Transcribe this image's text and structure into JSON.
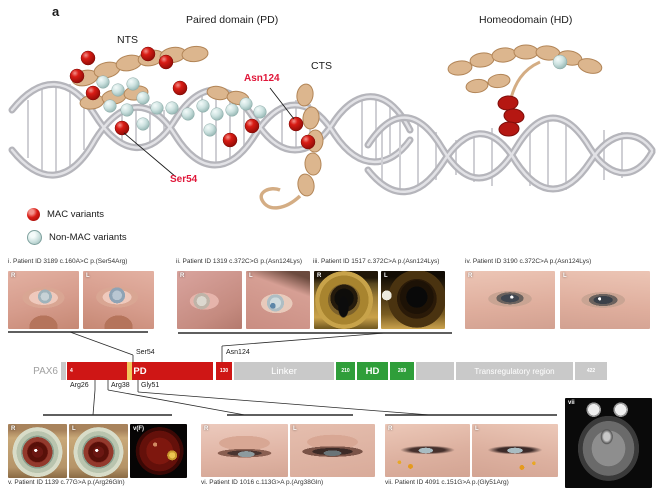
{
  "figure": {
    "panel_label": "a"
  },
  "structure_panel": {
    "pd_title": "Paired domain (PD)",
    "hd_title": "Homeodomain (HD)",
    "nts_label": "NTS",
    "cts_label": "CTS",
    "asn124_label": "Asn124",
    "ser54_label": "Ser54",
    "legend": [
      {
        "label": "MAC variants",
        "color": "#d91c15"
      },
      {
        "label": "Non-MAC variants",
        "color": "#cde2e0"
      }
    ]
  },
  "patient_rows": {
    "top": [
      {
        "caption": "i. Patient ID 3189 c.160A>C p.(Ser54Arg)",
        "photos": [
          "R",
          "L"
        ]
      },
      {
        "caption": "ii. Patient ID 1319 c.372C>G p.(Asn124Lys)",
        "photos": [
          "R",
          "L"
        ]
      },
      {
        "caption": "iii. Patient ID 1517 c.372C>A p.(Asn124Lys)",
        "photos": [
          "R",
          "L"
        ]
      },
      {
        "caption": "iv. Patient ID 3190 c.372C>A p.(Asn124Lys)",
        "photos": [
          "R",
          "L"
        ]
      }
    ],
    "bottom": [
      {
        "caption": "v. Patient ID 1139 c.77G>A p.(Arg26Gln)",
        "photos": [
          "R",
          "L",
          "v(F)"
        ]
      },
      {
        "caption": "vi. Patient ID 1016 c.113G>A p.(Arg38Gln)",
        "photos": [
          "R",
          "L"
        ]
      },
      {
        "caption": "vii. Patient ID 4091 c.151G>A p.(Gly51Arg)",
        "photos": [
          "R",
          "L"
        ]
      }
    ],
    "mri_label": "vii"
  },
  "domain_diagram": {
    "protein_label": "PAX6",
    "pd_start": "4",
    "pd_label": "PD",
    "pd_end": "130",
    "linker_label": "Linker",
    "hd_start": "210",
    "hd_label": "HD",
    "hd_end": "269",
    "transregulatory_label": "Transregulatory region",
    "protein_end": "422",
    "ser54": "Ser54",
    "asn124": "Asn124",
    "arg26": "Arg26",
    "arg38": "Arg38",
    "gly51": "Gly51",
    "colors": {
      "pd": "#cf1615",
      "hd": "#2f9e3a",
      "linker": "#c9c9c9",
      "marker": "#f2c75c",
      "mac": "#d91c15",
      "non_mac": "#cde2e0"
    }
  }
}
